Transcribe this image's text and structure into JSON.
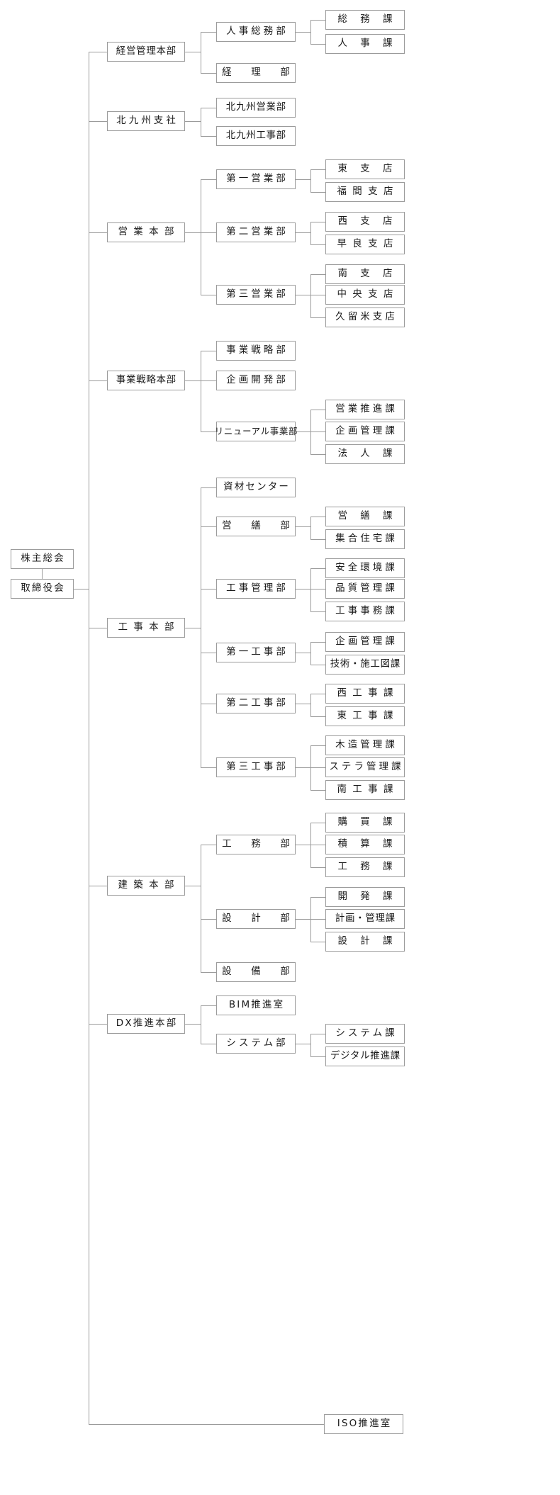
{
  "title": "組織図",
  "colors": {
    "line": "#9b9b9b",
    "box_border": "#9b9b9b",
    "box_bg": "#ffffff",
    "text": "#1a1a1a"
  },
  "root": {
    "shareholders_meeting": "株主総会",
    "board_of_directors": "取締役会"
  },
  "divisions": [
    {
      "name": "経営管理本部",
      "departments": [
        {
          "name": "人事総務部",
          "sections": [
            "総務課",
            "人事課"
          ]
        },
        {
          "name": "経理部",
          "sections": []
        }
      ]
    },
    {
      "name": "北九州支社",
      "departments": [
        {
          "name": "北九州営業部",
          "sections": []
        },
        {
          "name": "北九州工事部",
          "sections": []
        }
      ]
    },
    {
      "name": "営業本部",
      "departments": [
        {
          "name": "第一営業部",
          "sections": [
            "東支店",
            "福間支店"
          ]
        },
        {
          "name": "第二営業部",
          "sections": [
            "西支店",
            "早良支店"
          ]
        },
        {
          "name": "第三営業部",
          "sections": [
            "南支店",
            "中央支店",
            "久留米支店"
          ]
        }
      ]
    },
    {
      "name": "事業戦略本部",
      "departments": [
        {
          "name": "事業戦略部",
          "sections": []
        },
        {
          "name": "企画開発部",
          "sections": []
        },
        {
          "name": "リニューアル事業部",
          "sections": [
            "営業推進課",
            "企画管理課",
            "法人課"
          ]
        }
      ]
    },
    {
      "name": "工事本部",
      "departments": [
        {
          "name": "資材センター",
          "sections": []
        },
        {
          "name": "営繕部",
          "sections": [
            "営繕課",
            "集合住宅課"
          ]
        },
        {
          "name": "工事管理部",
          "sections": [
            "安全環境課",
            "品質管理課",
            "工事事務課"
          ]
        },
        {
          "name": "第一工事部",
          "sections": [
            "企画管理課",
            "技術・施工図課"
          ]
        },
        {
          "name": "第二工事部",
          "sections": [
            "西工事課",
            "東工事課"
          ]
        },
        {
          "name": "第三工事部",
          "sections": [
            "木造管理課",
            "ステラ管理課",
            "南工事課"
          ]
        }
      ]
    },
    {
      "name": "建築本部",
      "departments": [
        {
          "name": "工務部",
          "sections": [
            "購買課",
            "積算課",
            "工務課"
          ]
        },
        {
          "name": "設計部",
          "sections": [
            "開発課",
            "計画・管理課",
            "設計課"
          ]
        },
        {
          "name": "設備部",
          "sections": []
        }
      ]
    },
    {
      "name": "DX推進本部",
      "departments": [
        {
          "name": "BIM推進室",
          "sections": []
        },
        {
          "name": "システム部",
          "sections": [
            "システム課",
            "デジタル推進課"
          ]
        }
      ]
    }
  ],
  "standalone": {
    "name": "ISO推進室"
  },
  "labels": {
    "shareholders_meeting": "株主総会",
    "board_of_directors": "取締役会",
    "l1_keiei": "経営管理本部",
    "l1_kitakyushu": "北九州支社",
    "l1_eigyo": "営業本部",
    "l1_jigyo": "事業戦略本部",
    "l1_koji": "工事本部",
    "l1_kenchiku": "建築本部",
    "l1_dx": "DX推進本部",
    "d_jinji": "人事総務部",
    "d_keiri": "経理部",
    "d_kk_eigyo": "北九州営業部",
    "d_kk_koji": "北九州工事部",
    "d_eigyo1": "第一営業部",
    "d_eigyo2": "第二営業部",
    "d_eigyo3": "第三営業部",
    "d_jigyosenryaku": "事業戦略部",
    "d_kikaku": "企画開発部",
    "d_renewal": "リニューアル事業部",
    "d_shizai": "資材センター",
    "d_eizen": "営繕部",
    "d_kojikanri": "工事管理部",
    "d_koji1": "第一工事部",
    "d_koji2": "第二工事部",
    "d_koji3": "第三工事部",
    "d_komu": "工務部",
    "d_sekkei": "設計部",
    "d_setsubi": "設備部",
    "d_bim": "BIM推進室",
    "d_system": "システム部",
    "s_somu": "総務課",
    "s_jinji": "人事課",
    "s_higashi": "東支店",
    "s_fukuma": "福間支店",
    "s_nishi": "西支店",
    "s_sawara": "早良支店",
    "s_minami": "南支店",
    "s_chuo": "中央支店",
    "s_kurume": "久留米支店",
    "s_eigyosuishin": "営業推進課",
    "s_kikakukanri": "企画管理課",
    "s_hojin": "法人課",
    "s_eizen": "営繕課",
    "s_shugo": "集合住宅課",
    "s_anzen": "安全環境課",
    "s_hinshitsu": "品質管理課",
    "s_kojijimu": "工事事務課",
    "s_kikakukanri2": "企画管理課",
    "s_gijutsu": "技術・施工図課",
    "s_nishikoji": "西工事課",
    "s_higashikoji": "東工事課",
    "s_mokuzo": "木造管理課",
    "s_stella": "ステラ管理課",
    "s_minamikoji": "南工事課",
    "s_kobai": "購買課",
    "s_sekisan": "積算課",
    "s_komu": "工務課",
    "s_kaihatsu": "開発課",
    "s_keikakukanri": "計画・管理課",
    "s_sekkei": "設計課",
    "s_system": "システム課",
    "s_digital": "デジタル推進課",
    "iso": "ISO推進室"
  }
}
